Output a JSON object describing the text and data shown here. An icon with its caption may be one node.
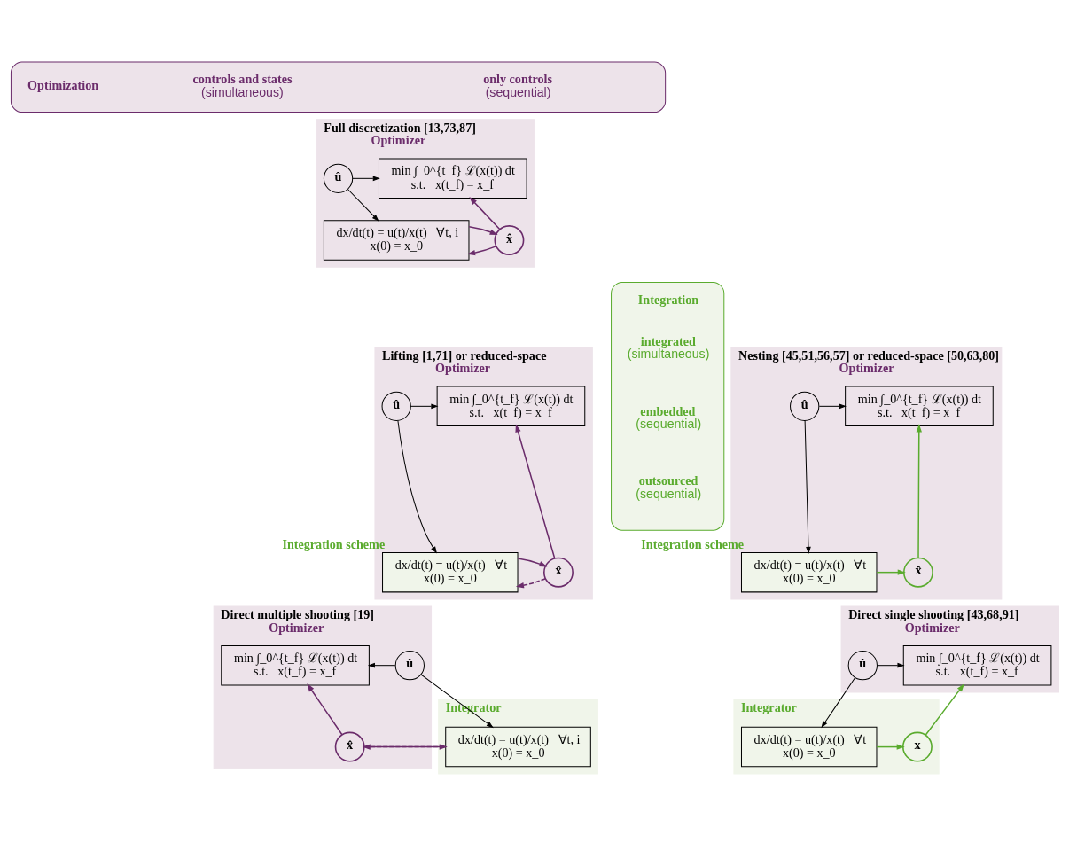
{
  "diagram": {
    "nodes": [
      {
        "text": [
          "Optimization",
          "controls and states",
          "(simultaneous)",
          "only controls",
          "(sequential)"
        ]
      },
      {
        "text": [
          "Integration",
          "integrated",
          "(simultaneous)",
          "embedded",
          "(sequential)",
          "outsourced",
          "(sequential)"
        ]
      },
      {
        "text": [
          "Full discretization [13,73,87]",
          "Optimizer"
        ]
      },
      {
        "text": [
          "û"
        ],
        "in": 2
      },
      {
        "text": [
          "min ∫_0^{t_f} ℒ(x(t)) dt",
          "s.t.   x(t_f) = x_f"
        ],
        "in": 2
      },
      {
        "text": [
          "dx/dt(t) = u(t)/x(t)   ∀t, i",
          "x(0) = x_0"
        ],
        "in": 2
      },
      {
        "text": [
          "x̂"
        ],
        "in": 2
      },
      {
        "text": [
          "Lifting [1,71] or reduced-space",
          "Optimizer"
        ]
      },
      {
        "text": [
          "û"
        ],
        "in": 7
      },
      {
        "text": [
          "min ∫_0^{t_f} ℒ(x(t)) dt",
          "s.t.   x(t_f) = x_f"
        ],
        "in": 7
      },
      {
        "text": [
          "dx/dt(t) = u(t)/x(t)   ∀t",
          "x(0) = x_0"
        ],
        "in": 7,
        "beside": [
          "Integration scheme"
        ]
      },
      {
        "text": [
          "x̂"
        ],
        "in": 7
      },
      {
        "text": [
          "Nesting [45,51,56,57] or reduced-space [50,63,80]",
          "Optimizer"
        ]
      },
      {
        "text": [
          "û"
        ],
        "in": 12
      },
      {
        "text": [
          "min ∫_0^{t_f} ℒ(x(t)) dt",
          "s.t.   x(t_f) = x_f"
        ],
        "in": 12
      },
      {
        "text": [
          "dx/dt(t) = u(t)/x(t)   ∀t",
          "x(0) = x_0"
        ],
        "in": 12,
        "beside": [
          "Integration scheme"
        ]
      },
      {
        "text": [
          "x̂"
        ],
        "in": 12
      },
      {
        "text": [
          "Direct multiple shooting [19]",
          "Optimizer"
        ]
      },
      {
        "text": [
          "Integrator"
        ]
      },
      {
        "text": [
          "û"
        ],
        "in": 17
      },
      {
        "text": [
          "min ∫_0^{t_f} ℒ(x(t)) dt",
          "s.t.   x(t_f) = x_f"
        ],
        "in": 17
      },
      {
        "text": [
          "dx/dt(t) = u(t)/x(t)   ∀t, i",
          "x(0) = x_0"
        ],
        "in": 18
      },
      {
        "text": [
          "x̂"
        ],
        "in": 17
      },
      {
        "text": [
          "Direct single shooting [43,68,91]",
          "Optimizer"
        ]
      },
      {
        "text": [
          "Integrator"
        ]
      },
      {
        "text": [
          "û"
        ],
        "in": 23
      },
      {
        "text": [
          "min ∫_0^{t_f} ℒ(x(t)) dt",
          "s.t.   x(t_f) = x_f"
        ],
        "in": 23
      },
      {
        "text": [
          "dx/dt(t) = u(t)/x(t)   ∀t",
          "x(0) = x_0"
        ],
        "in": 24
      },
      {
        "text": [
          "x"
        ],
        "in": 24
      }
    ],
    "edges": [
      {
        "from": 3,
        "to": 4,
        "arrow": "to"
      },
      {
        "from": 3,
        "to": 5,
        "arrow": "to"
      },
      {
        "from": 6,
        "to": 4,
        "arrow": "to",
        "color": "#6b2c6b"
      },
      {
        "from": 6,
        "to": 5,
        "arrow": "to",
        "color": "#6b2c6b"
      },
      {
        "from": 5,
        "to": 6,
        "arrow": "to",
        "color": "#6b2c6b"
      },
      {
        "from": 8,
        "to": 9,
        "arrow": "to"
      },
      {
        "from": 8,
        "to": 10,
        "arrow": "to"
      },
      {
        "from": 11,
        "to": 9,
        "arrow": "to",
        "color": "#6b2c6b"
      },
      {
        "from": 11,
        "to": 10,
        "arrow": "to",
        "style": "dashed",
        "color": "#6b2c6b"
      },
      {
        "from": 10,
        "to": 11,
        "arrow": "to",
        "color": "#6b2c6b"
      },
      {
        "from": 13,
        "to": 14,
        "arrow": "to"
      },
      {
        "from": 13,
        "to": 15,
        "arrow": "to"
      },
      {
        "from": 15,
        "to": 16,
        "arrow": "to",
        "color": "#5aab2e"
      },
      {
        "from": 16,
        "to": 14,
        "arrow": "to",
        "color": "#5aab2e"
      },
      {
        "from": 19,
        "to": 20,
        "arrow": "to"
      },
      {
        "from": 19,
        "to": 21,
        "arrow": "to"
      },
      {
        "from": 22,
        "to": 20,
        "arrow": "to",
        "color": "#6b2c6b"
      },
      {
        "from": 22,
        "to": 21,
        "arrow": "to",
        "style": "dashed",
        "color": "#6b2c6b"
      },
      {
        "from": 21,
        "to": 22,
        "arrow": "to",
        "color": "#6b2c6b"
      },
      {
        "from": 25,
        "to": 26,
        "arrow": "to"
      },
      {
        "from": 25,
        "to": 27,
        "arrow": "to"
      },
      {
        "from": 27,
        "to": 28,
        "arrow": "to",
        "color": "#5aab2e"
      },
      {
        "from": 28,
        "to": 26,
        "arrow": "to",
        "color": "#5aab2e"
      }
    ]
  }
}
